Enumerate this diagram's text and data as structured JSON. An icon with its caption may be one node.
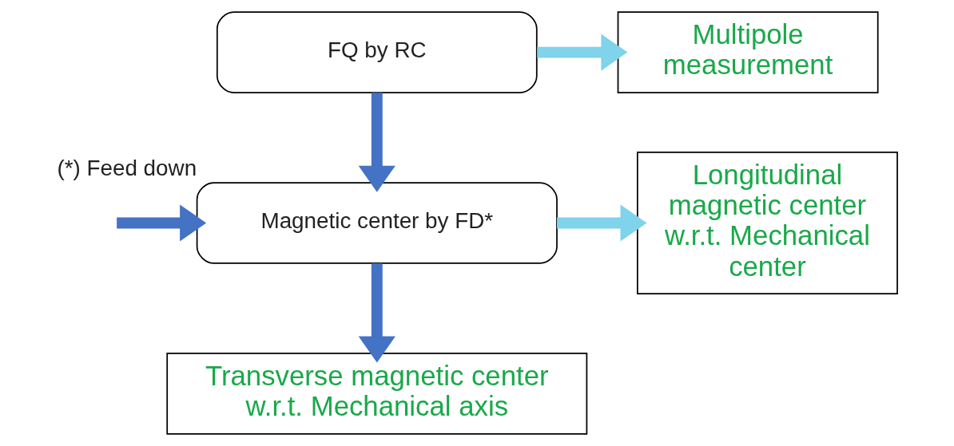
{
  "diagram": {
    "nodes": [
      {
        "text": [
          "FQ by RC"
        ]
      },
      {
        "text": [
          "Multipole measurement"
        ]
      },
      {
        "text": [
          "Magnetic center by FD*"
        ],
        "beside": [
          "(*) Feed down"
        ]
      },
      {
        "text": [
          "Longitudinal magnetic center w.r.t. Mechanical center"
        ]
      },
      {
        "text": [
          "Transverse magnetic center w.r.t. Mechanical axis"
        ]
      }
    ],
    "edges": [
      {
        "from": 0,
        "to": 1,
        "arrow": "to",
        "color": "#7fd3ea"
      },
      {
        "from": 0,
        "to": 2,
        "arrow": "to"
      },
      {
        "from": null,
        "to": 2,
        "arrow": "to"
      },
      {
        "from": 2,
        "to": 3,
        "arrow": "to",
        "color": "#7fd3ea"
      },
      {
        "from": 2,
        "to": 4,
        "arrow": "to"
      }
    ]
  }
}
